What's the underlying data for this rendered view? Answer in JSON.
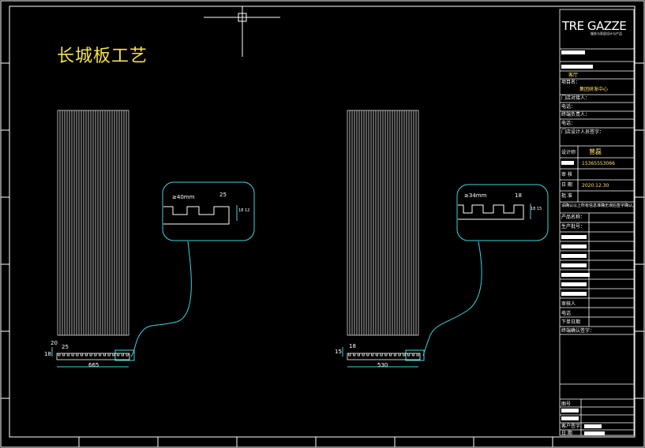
{
  "drawing": {
    "title": "长城板工艺",
    "logo": "TRE GAZZE",
    "logo_sub": "服务与家居设计与产品"
  },
  "left_detail": {
    "bubble_left_label": "≥40mm",
    "bubble_right_label": "25",
    "bubble_side_label": "18 12",
    "plank_top_dim": "20",
    "plank_mid_dim": "25",
    "plank_side_dim": "18",
    "plank_width": "665"
  },
  "right_detail": {
    "bubble_left_label": "≥34mm",
    "bubble_right_label": "18",
    "bubble_side_label": "18 15",
    "plank_top_dim": "18",
    "plank_side_dim": "15",
    "plank_width": "530"
  },
  "title_block": {
    "room": "客厅",
    "project_label": "项目名：",
    "project_value": "集团研发中心",
    "designer_label": "门店对接人：",
    "phone1_label": "电话：",
    "sales_label": "终端负责人：",
    "phone2_label": "电话：",
    "contact_label": "门店设计人员签字：",
    "design_label": "设计师",
    "design_value": "曾磊",
    "mobile_value": "15365553066",
    "review_label": "审 核",
    "date_label": "日 期",
    "date_value": "2020.12.30",
    "approve_label": "批 准",
    "note": "请确认以上所有信息准确无误后签字确认。",
    "product_label": "产品名称：",
    "order_label": "生产批号：",
    "checker_label": "审核人",
    "checker_phone_label": "电话",
    "order_date_label": "下单日期",
    "terminal_label": "终端确认签字：",
    "bottom1_label": "图号",
    "bottom2_label": "客户签字",
    "bottom3_label": "日 期"
  }
}
